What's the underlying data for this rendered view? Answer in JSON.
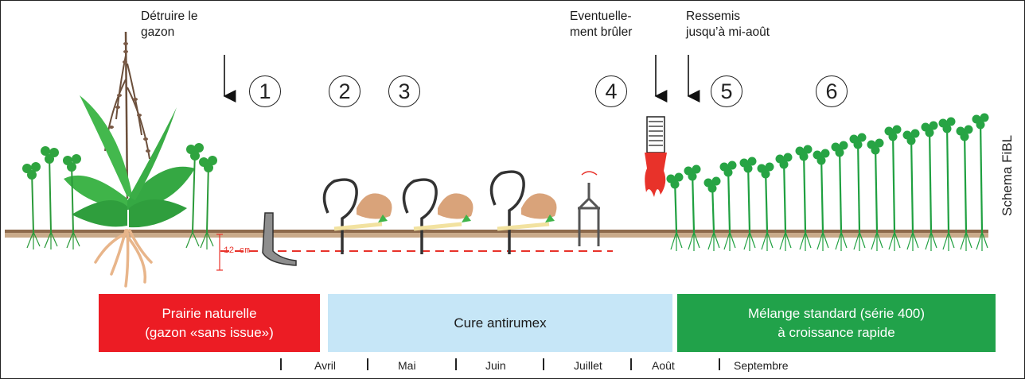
{
  "annotations": {
    "destroy": [
      "Détruire le",
      "gazon"
    ],
    "burn": [
      "Eventuelle-",
      "ment brûler"
    ],
    "resow": [
      "Ressemis",
      "jusqu’à mi-août"
    ],
    "depth": "12 cm",
    "credit": "Schema FiBL"
  },
  "steps": [
    "1",
    "2",
    "3",
    "4",
    "5",
    "6"
  ],
  "phases": [
    {
      "label": "Prairie naturelle\n(gazon «sans issue»)",
      "color": "#ec1c24",
      "text_color": "#ffffff"
    },
    {
      "label": "Cure antirumex",
      "color": "#c6e6f7",
      "text_color": "#1a1a1a"
    },
    {
      "label": "Mélange standard (série 400)\nà croissance rapide",
      "color": "#21a24a",
      "text_color": "#ffffff"
    }
  ],
  "months": [
    "Avril",
    "Mai",
    "Juin",
    "Juillet",
    "Août",
    "Septembre"
  ],
  "icons": {
    "plough": "plough-share-icon",
    "weeding_tool": "rumex-weeding-hook-icon",
    "hand": "hand-pulling-root-icon",
    "rotary_harrow": "rotary-harrow-icon",
    "burner": "flame-burner-icon",
    "plants": "grass-and-clover-plant-icon",
    "rumex": "dock-weed-plant-icon"
  }
}
